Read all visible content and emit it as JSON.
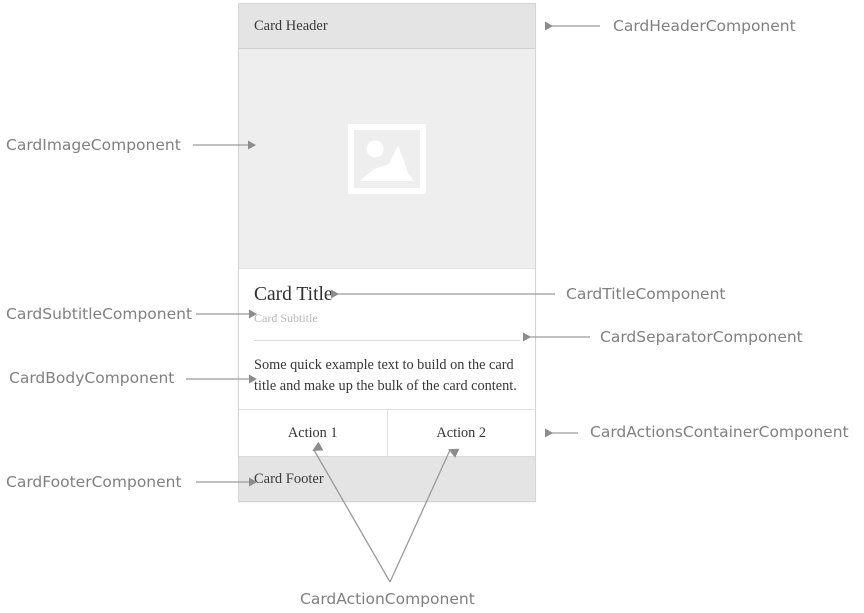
{
  "card": {
    "header": "Card Header",
    "image_icon": "image-placeholder-icon",
    "title": "Card Title",
    "subtitle": "Card Subtitle",
    "body": "Some quick example text to build on the card title and make up the bulk of the card content.",
    "actions": [
      {
        "label": "Action 1"
      },
      {
        "label": "Action 2"
      }
    ],
    "footer": "Card Footer"
  },
  "annotations": {
    "header": "CardHeaderComponent",
    "image": "CardImageComponent",
    "title": "CardTitleComponent",
    "subtitle": "CardSubtitleComponent",
    "separator": "CardSeparatorComponent",
    "body": "CardBodyComponent",
    "actions_container": "CardActionsContainerComponent",
    "footer": "CardFooterComponent",
    "action": "CardActionComponent"
  },
  "colors": {
    "annotation_text": "#808080",
    "annotation_line": "#9a9a9a",
    "card_border": "#d4d4d4",
    "header_bg": "#e4e4e4",
    "footer_bg": "#e4e4e4",
    "image_bg": "#efeeee",
    "image_icon": "#ffffff",
    "subtitle_text": "#b8b8b8",
    "separator": "#dcdcdc",
    "body_text": "#373737"
  }
}
